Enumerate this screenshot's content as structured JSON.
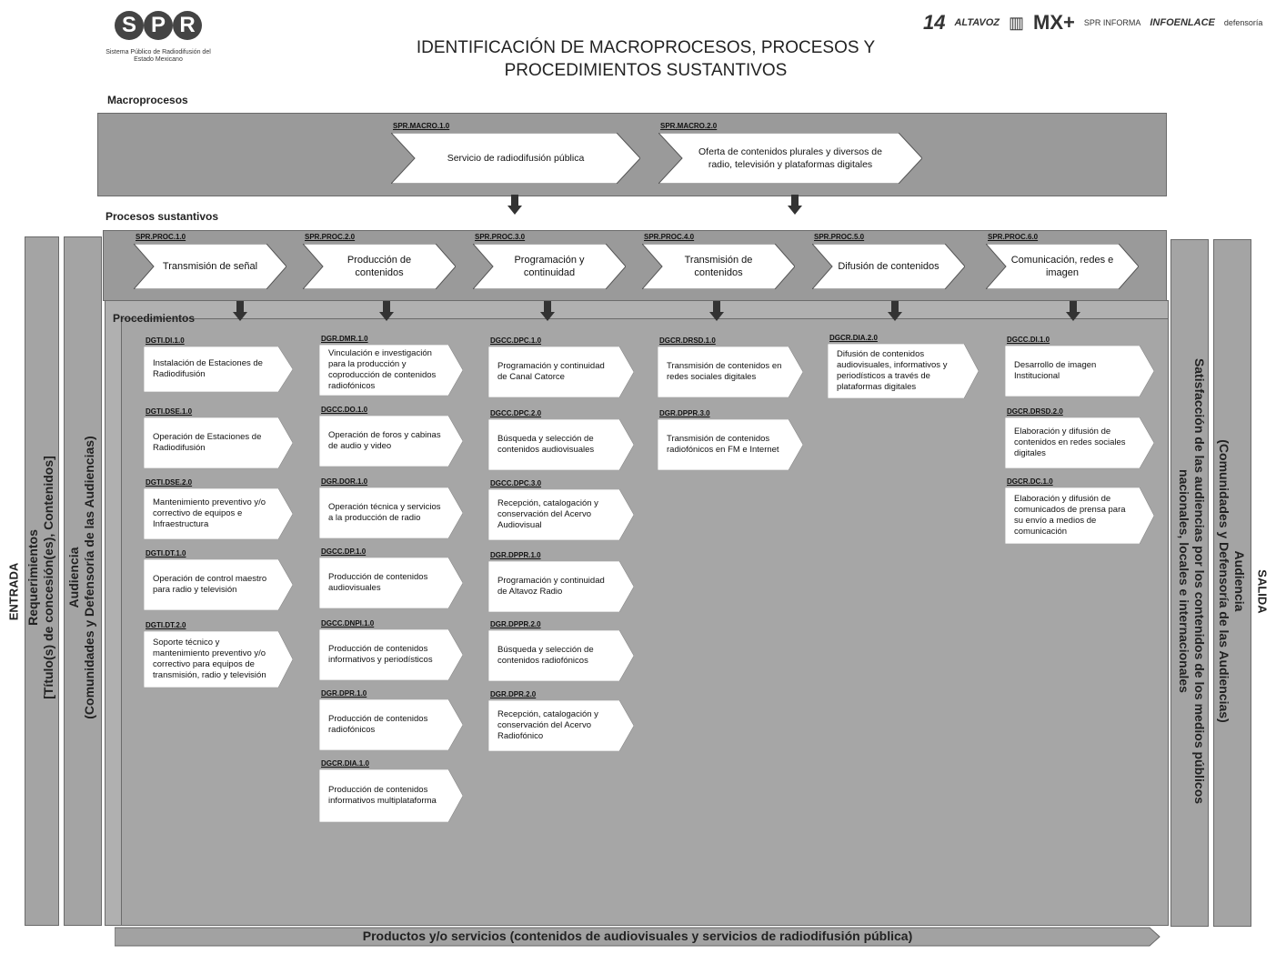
{
  "header": {
    "logo_text": "SPR",
    "logo_subtitle": "Sistema Público de Radiodifusión del Estado Mexicano",
    "title_line1": "IDENTIFICACIÓN DE MACROPROCESOS, PROCESOS Y",
    "title_line2": "PROCEDIMIENTOS SUSTANTIVOS",
    "brands": [
      "14",
      "ALTAVOZ",
      "MX+",
      "SPR INFORMA",
      "INFOENLACE",
      "defensoría"
    ]
  },
  "sections": {
    "macroprocesos": "Macroprocesos",
    "procesos": "Procesos sustantivos",
    "procedimientos": "Procedimientos"
  },
  "macro": [
    {
      "code": "SPR.MACRO.1.0",
      "label": "Servicio de radiodifusión pública"
    },
    {
      "code": "SPR.MACRO.2.0",
      "label": "Oferta de contenidos plurales y diversos de radio, televisión y plataformas digitales"
    }
  ],
  "processes": [
    {
      "code": "SPR.PROC.1.0",
      "label": "Transmisión de señal"
    },
    {
      "code": "SPR.PROC.2.0",
      "label": "Producción de contenidos"
    },
    {
      "code": "SPR.PROC.3.0",
      "label": "Programación y continuidad"
    },
    {
      "code": "SPR.PROC.4.0",
      "label": "Transmisión de contenidos"
    },
    {
      "code": "SPR.PROC.5.0",
      "label": "Difusión de contenidos"
    },
    {
      "code": "SPR.PROC.6.0",
      "label": "Comunicación, redes e imagen"
    }
  ],
  "procedures": [
    [
      {
        "code": "DGTI.DI.1.0",
        "label": "Instalación de Estaciones de Radiodifusión"
      },
      {
        "code": "DGTI.DSE.1.0",
        "label": "Operación de Estaciones de Radiodifusión"
      },
      {
        "code": "DGTI.DSE.2.0",
        "label": "Mantenimiento preventivo y/o correctivo de equipos e Infraestructura"
      },
      {
        "code": "DGTI.DT.1.0",
        "label": "Operación de control maestro para radio y televisión"
      },
      {
        "code": "DGTI.DT.2.0",
        "label": "Soporte técnico y mantenimiento preventivo y/o correctivo para equipos de transmisión, radio y televisión"
      }
    ],
    [
      {
        "code": "DGR.DMR.1.0",
        "label": "Vinculación e investigación para la producción y coproducción de contenidos radiofónicos"
      },
      {
        "code": "DGCC.DO.1.0",
        "label": "Operación de foros y cabinas de audio y video"
      },
      {
        "code": "DGR.DOR.1.0",
        "label": "Operación técnica y servicios a la producción de radio"
      },
      {
        "code": "DGCC.DP.1.0",
        "label": "Producción de contenidos audiovisuales"
      },
      {
        "code": "DGCC.DNPI.1.0",
        "label": "Producción de contenidos informativos y periodísticos"
      },
      {
        "code": "DGR.DPR.1.0",
        "label": "Producción de contenidos radiofónicos"
      },
      {
        "code": "DGCR.DIA.1.0",
        "label": "Producción de contenidos informativos multiplataforma"
      }
    ],
    [
      {
        "code": "DGCC.DPC.1.0",
        "label": "Programación y continuidad de Canal Catorce"
      },
      {
        "code": "DGCC.DPC.2.0",
        "label": "Búsqueda y selección de contenidos audiovisuales"
      },
      {
        "code": "DGCC.DPC.3.0",
        "label": "Recepción, catalogación y conservación del Acervo Audiovisual"
      },
      {
        "code": "DGR.DPPR.1.0",
        "label": "Programación y continuidad de Altavoz Radio"
      },
      {
        "code": "DGR.DPPR.2.0",
        "label": "Búsqueda y selección de contenidos radiofónicos"
      },
      {
        "code": "DGR.DPR.2.0",
        "label": "Recepción, catalogación y conservación del Acervo Radiofónico"
      }
    ],
    [
      {
        "code": "DGCR.DRSD.1.0",
        "label": "Transmisión de contenidos en redes sociales digitales"
      },
      {
        "code": "DGR.DPPR.3.0",
        "label": "Transmisión de contenidos radiofónicos en FM e Internet"
      }
    ],
    [
      {
        "code": "DGCR.DIA.2.0",
        "label": "Difusión de contenidos audiovisuales, informativos y periodísticos a través de plataformas digitales"
      }
    ],
    [
      {
        "code": "DGCC.DI.1.0",
        "label": "Desarrollo de imagen Institucional"
      },
      {
        "code": "DGCR.DRSD.2.0",
        "label": "Elaboración y difusión de contenidos en redes sociales digitales"
      },
      {
        "code": "DGCR.DC.1.0",
        "label": "Elaboración y difusión de comunicados de prensa para su envío a medios de comunicación"
      }
    ]
  ],
  "left": {
    "entrada": "ENTRADA",
    "req_line1": "Requerimientos",
    "req_line2": "[Título(s) de concesión(es), Contenidos]",
    "aud_line1": "Audiencia",
    "aud_line2": "(Comunidades y Defensoría de las Audiencias)"
  },
  "right": {
    "salida": "SALIDA",
    "sat_line1": "Satisfacción de las audiencias por los contenidos de los medios públicos",
    "sat_line2": "nacionales, locales e internacionales",
    "aud_line1": "Audiencia",
    "aud_line2": "(Comunidades y Defensoría de las Audiencias)"
  },
  "footer": "Productos y/o servicios (contenidos de audiovisuales y servicios de radiodifusión pública)",
  "colors": {
    "band": "#9a9a9a",
    "shape_fill": "#ffffff",
    "arrow": "#333333"
  }
}
